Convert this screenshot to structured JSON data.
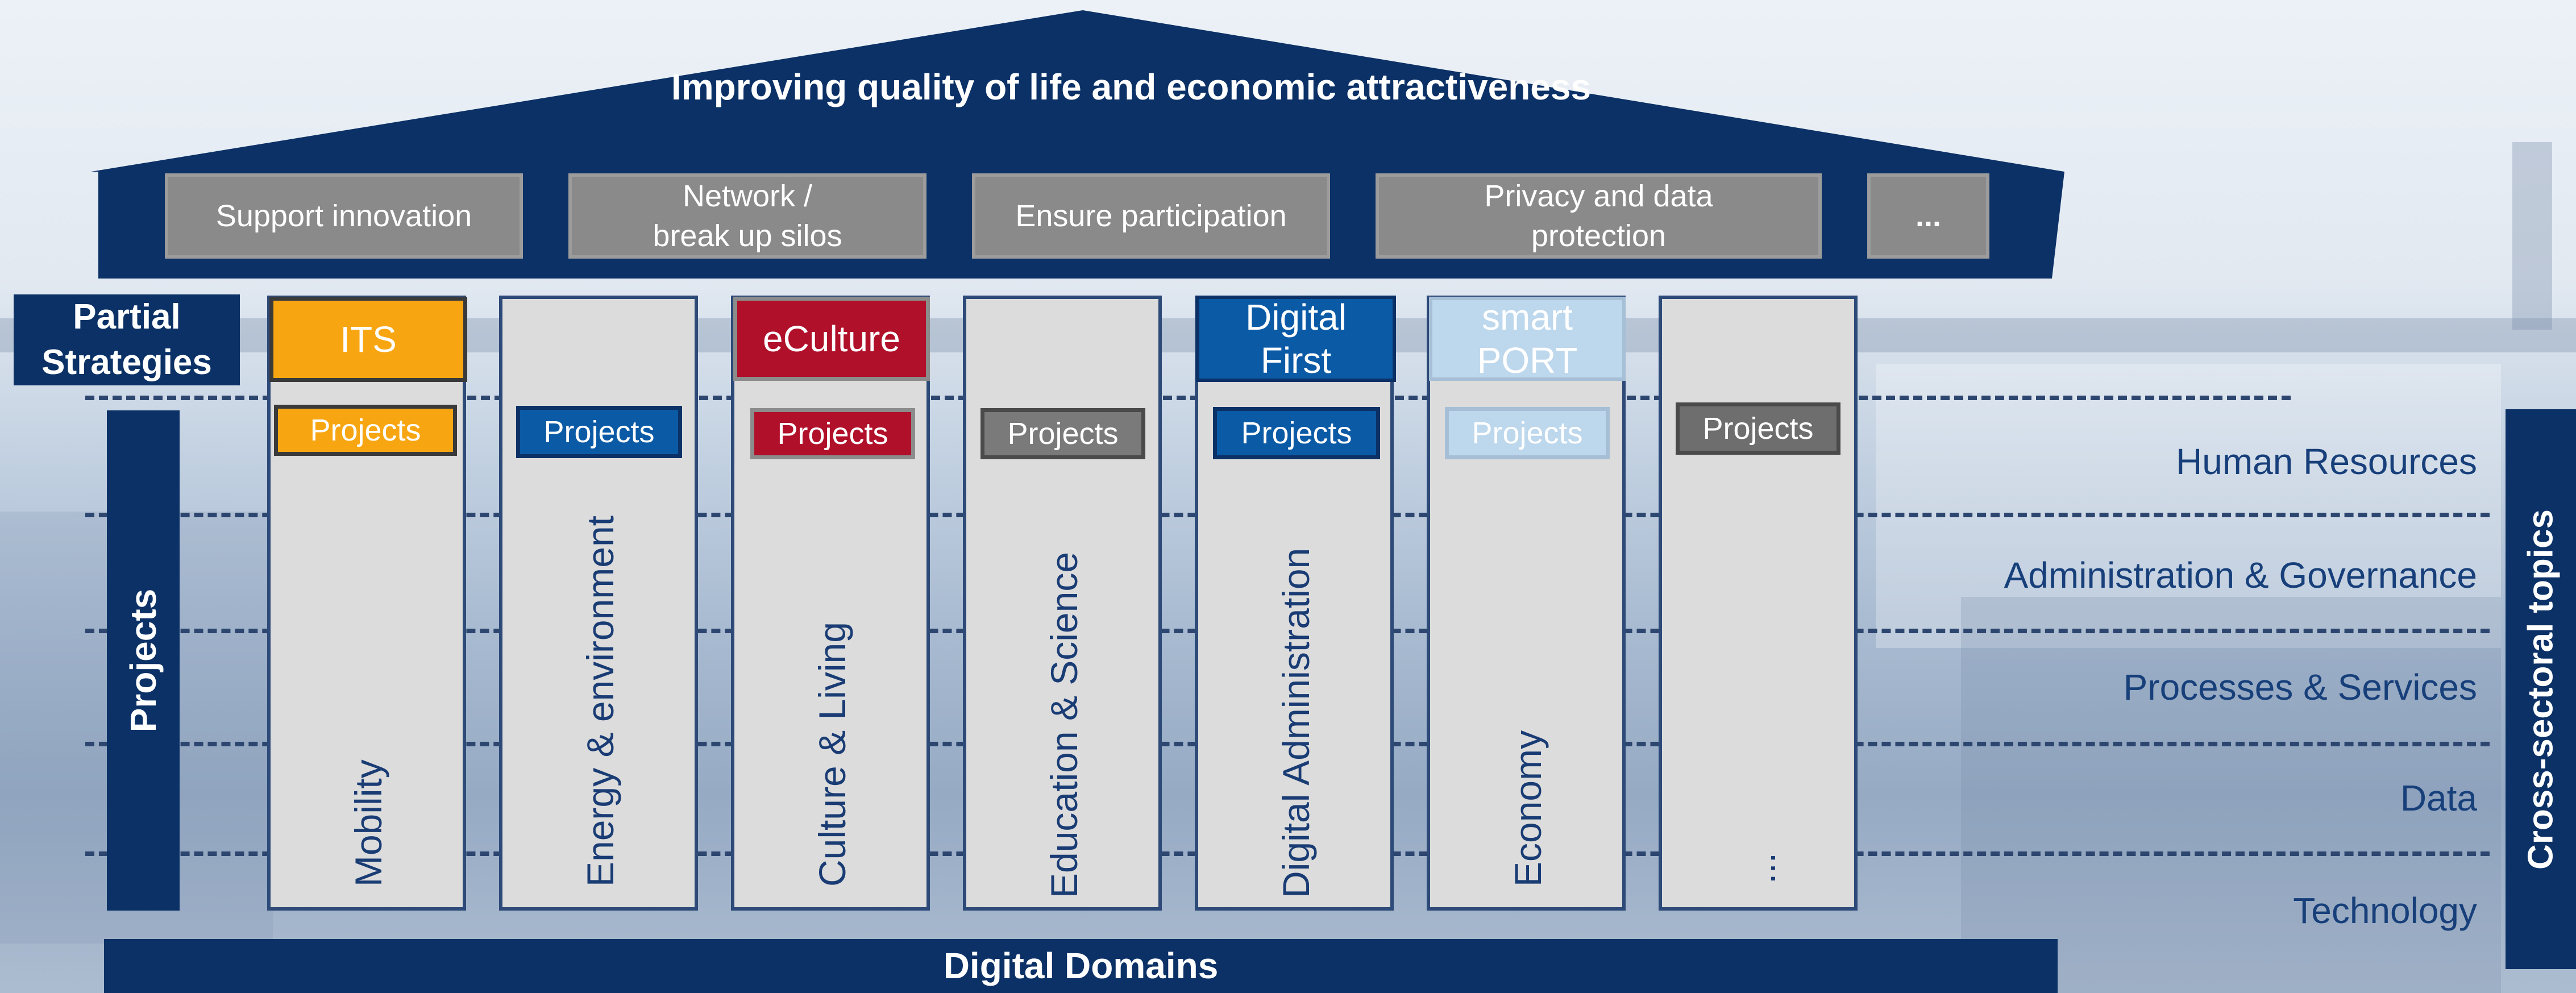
{
  "title": "Improving quality of life and economic attractiveness",
  "goals": [
    {
      "label": "Support innovation"
    },
    {
      "label": "Network /\nbreak up silos"
    },
    {
      "label": "Ensure participation"
    },
    {
      "label": "Privacy and data\nprotection"
    },
    {
      "label": "..."
    }
  ],
  "partial_strategies_label": "Partial\nStrategies",
  "projects_label": "Projects",
  "cross_sectoral_label": "Cross-sectoral topics",
  "base_label": "Digital Domains",
  "pillars": [
    {
      "strategy": "ITS",
      "strategy_color": "#f7a612",
      "projects": "Projects",
      "projects_color": "#f7a612",
      "domain": "Mobility"
    },
    {
      "strategy": "",
      "strategy_color": "",
      "projects": "Projects",
      "projects_color": "#0b5aa6",
      "domain": "Energy & environment"
    },
    {
      "strategy": "eCulture",
      "strategy_color": "#b0102a",
      "projects": "Projects",
      "projects_color": "#b0102a",
      "domain": "Culture & Living"
    },
    {
      "strategy": "",
      "strategy_color": "",
      "projects": "Projects",
      "projects_color": "#7a7a7a",
      "domain": "Education & Science"
    },
    {
      "strategy": "Digital\nFirst",
      "strategy_color": "#0b5aa6",
      "projects": "Projects",
      "projects_color": "#0b5aa6",
      "domain": "Digital Administration"
    },
    {
      "strategy": "smart\nPORT",
      "strategy_color": "#bdd7ec",
      "projects": "Projects",
      "projects_color": "#bdd7ec",
      "domain": "Economy"
    },
    {
      "strategy": "",
      "strategy_color": "",
      "projects": "Projects",
      "projects_color": "#6e6e6e",
      "domain": "..."
    }
  ],
  "topics": [
    {
      "label": "Human Resources"
    },
    {
      "label": "Administration & Governance"
    },
    {
      "label": "Processes & Services"
    },
    {
      "label": "Data"
    },
    {
      "label": "Technology"
    }
  ],
  "colors": {
    "navy": "#0b3166",
    "goal_grey": "#8a8a8a"
  }
}
